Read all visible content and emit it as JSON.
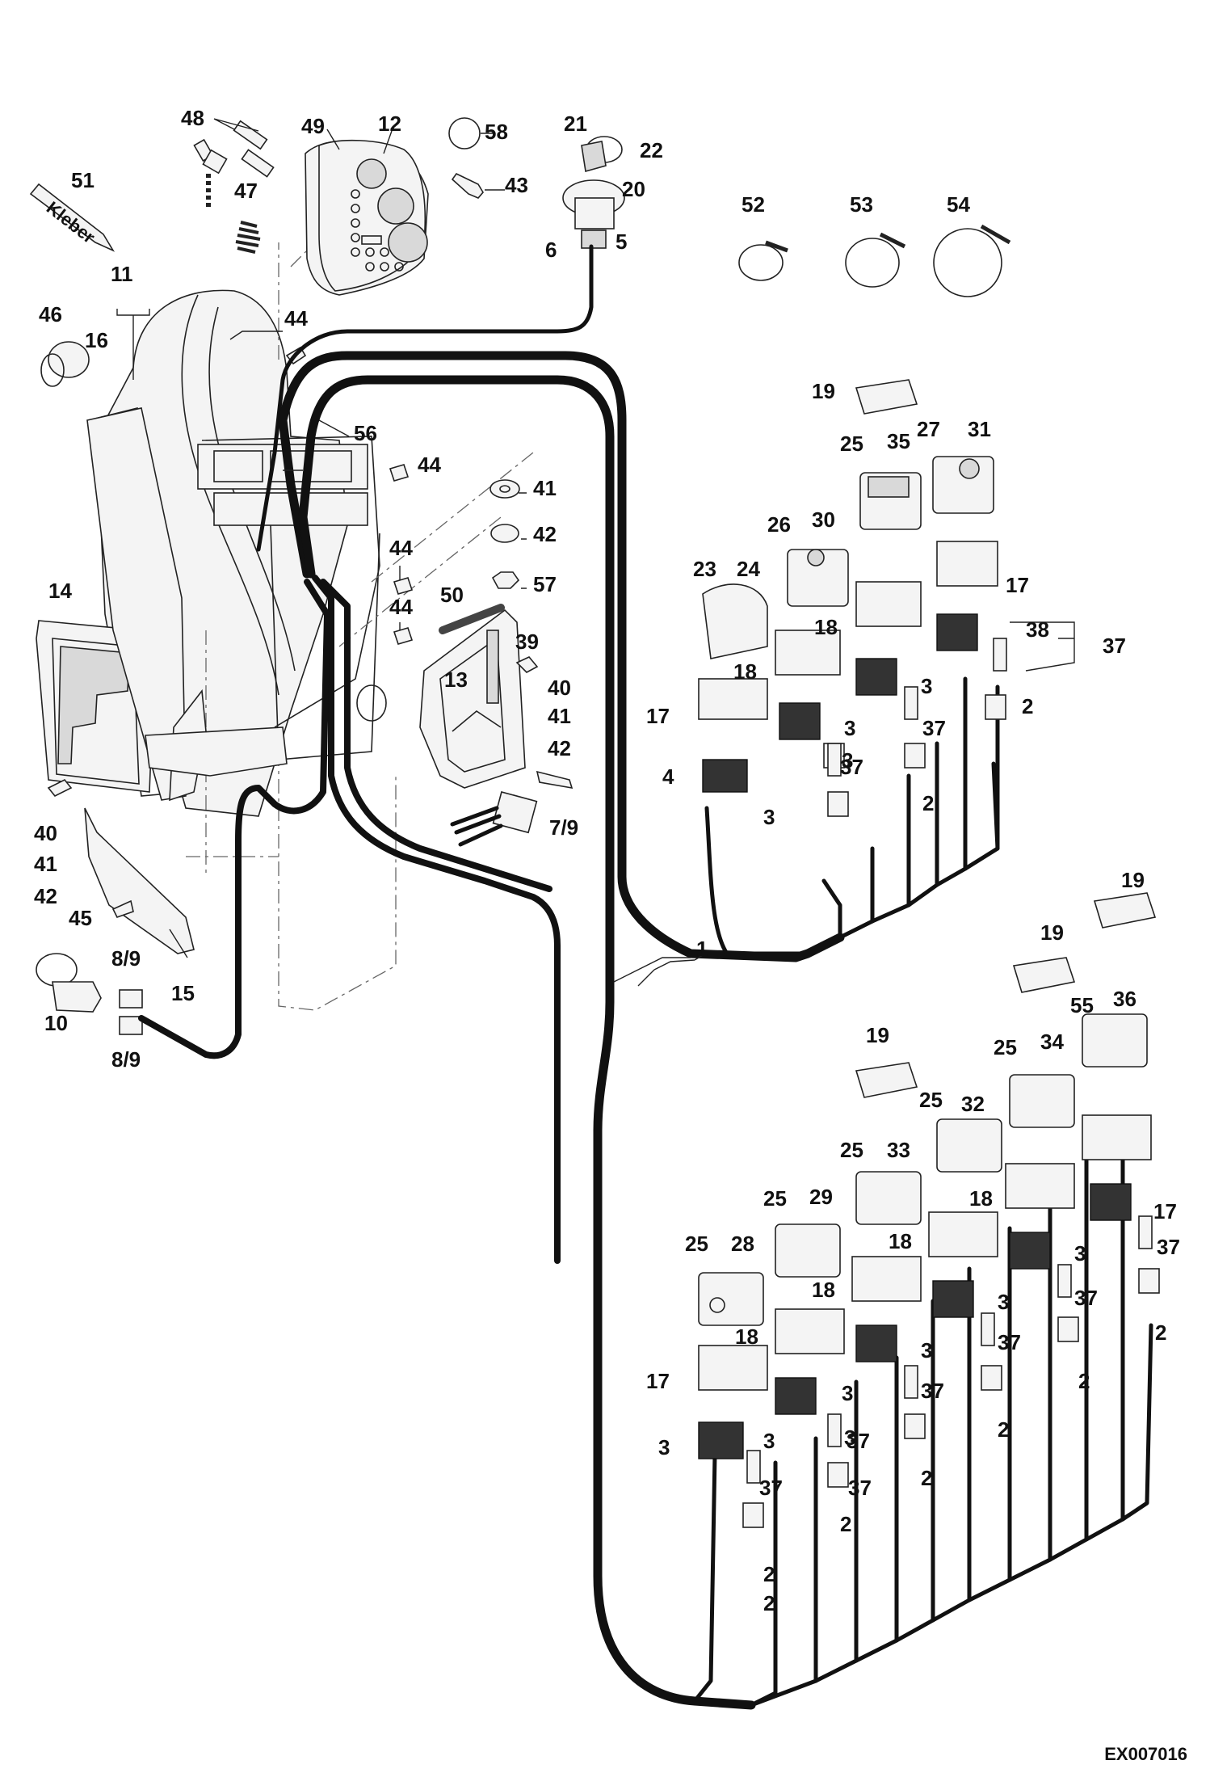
{
  "diagram": {
    "reference_code": "EX007016",
    "tube_lettering": "Kleber",
    "labels": [
      {
        "id": "48",
        "text": "48"
      },
      {
        "id": "49",
        "text": "49"
      },
      {
        "id": "12",
        "text": "12"
      },
      {
        "id": "58",
        "text": "58"
      },
      {
        "id": "21",
        "text": "21"
      },
      {
        "id": "22",
        "text": "22"
      },
      {
        "id": "20",
        "text": "20"
      },
      {
        "id": "43",
        "text": "43"
      },
      {
        "id": "51",
        "text": "51"
      },
      {
        "id": "47",
        "text": "47"
      },
      {
        "id": "6",
        "text": "6"
      },
      {
        "id": "5",
        "text": "5"
      },
      {
        "id": "52",
        "text": "52"
      },
      {
        "id": "53",
        "text": "53"
      },
      {
        "id": "54",
        "text": "54"
      },
      {
        "id": "11",
        "text": "11"
      },
      {
        "id": "46",
        "text": "46"
      },
      {
        "id": "16",
        "text": "16"
      },
      {
        "id": "44a",
        "text": "44"
      },
      {
        "id": "19a",
        "text": "19"
      },
      {
        "id": "56",
        "text": "56"
      },
      {
        "id": "44b",
        "text": "44"
      },
      {
        "id": "41a",
        "text": "41"
      },
      {
        "id": "25a",
        "text": "25"
      },
      {
        "id": "35",
        "text": "35"
      },
      {
        "id": "27",
        "text": "27"
      },
      {
        "id": "31",
        "text": "31"
      },
      {
        "id": "42a",
        "text": "42"
      },
      {
        "id": "26",
        "text": "26"
      },
      {
        "id": "30",
        "text": "30"
      },
      {
        "id": "44c",
        "text": "44"
      },
      {
        "id": "57",
        "text": "57"
      },
      {
        "id": "23",
        "text": "23"
      },
      {
        "id": "24",
        "text": "24"
      },
      {
        "id": "17a",
        "text": "17"
      },
      {
        "id": "14",
        "text": "14"
      },
      {
        "id": "50",
        "text": "50"
      },
      {
        "id": "18a",
        "text": "18"
      },
      {
        "id": "38",
        "text": "38"
      },
      {
        "id": "37a",
        "text": "37"
      },
      {
        "id": "44d",
        "text": "44"
      },
      {
        "id": "39",
        "text": "39"
      },
      {
        "id": "18b",
        "text": "18"
      },
      {
        "id": "13",
        "text": "13"
      },
      {
        "id": "3a",
        "text": "3"
      },
      {
        "id": "40a",
        "text": "40"
      },
      {
        "id": "17b",
        "text": "17"
      },
      {
        "id": "2a",
        "text": "2"
      },
      {
        "id": "41b",
        "text": "41"
      },
      {
        "id": "3b",
        "text": "3"
      },
      {
        "id": "37b",
        "text": "37"
      },
      {
        "id": "42b",
        "text": "42"
      },
      {
        "id": "3c",
        "text": "3"
      },
      {
        "id": "4",
        "text": "4"
      },
      {
        "id": "37c",
        "text": "37"
      },
      {
        "id": "40b",
        "text": "40"
      },
      {
        "id": "3d",
        "text": "3"
      },
      {
        "id": "2b",
        "text": "2"
      },
      {
        "id": "7_9",
        "text": "7/9"
      },
      {
        "id": "41c",
        "text": "41"
      },
      {
        "id": "42c",
        "text": "42"
      },
      {
        "id": "45",
        "text": "45"
      },
      {
        "id": "19b",
        "text": "19"
      },
      {
        "id": "1",
        "text": "1"
      },
      {
        "id": "8_9a",
        "text": "8/9"
      },
      {
        "id": "19c",
        "text": "19"
      },
      {
        "id": "15",
        "text": "15"
      },
      {
        "id": "10",
        "text": "10"
      },
      {
        "id": "55",
        "text": "55"
      },
      {
        "id": "36",
        "text": "36"
      },
      {
        "id": "8_9b",
        "text": "8/9"
      },
      {
        "id": "25b",
        "text": "25"
      },
      {
        "id": "34",
        "text": "34"
      },
      {
        "id": "19d",
        "text": "19"
      },
      {
        "id": "25c",
        "text": "25"
      },
      {
        "id": "32",
        "text": "32"
      },
      {
        "id": "25d",
        "text": "25"
      },
      {
        "id": "33",
        "text": "33"
      },
      {
        "id": "25e",
        "text": "25"
      },
      {
        "id": "29",
        "text": "29"
      },
      {
        "id": "18c",
        "text": "18"
      },
      {
        "id": "17c",
        "text": "17"
      },
      {
        "id": "25f",
        "text": "25"
      },
      {
        "id": "28",
        "text": "28"
      },
      {
        "id": "18d",
        "text": "18"
      },
      {
        "id": "37d",
        "text": "37"
      },
      {
        "id": "3e",
        "text": "3"
      },
      {
        "id": "18e",
        "text": "18"
      },
      {
        "id": "37e",
        "text": "37"
      },
      {
        "id": "3f",
        "text": "3"
      },
      {
        "id": "2c",
        "text": "2"
      },
      {
        "id": "18f",
        "text": "18"
      },
      {
        "id": "37f",
        "text": "37"
      },
      {
        "id": "3g",
        "text": "3"
      },
      {
        "id": "17d",
        "text": "17"
      },
      {
        "id": "37g",
        "text": "37"
      },
      {
        "id": "3h",
        "text": "3"
      },
      {
        "id": "2d",
        "text": "2"
      },
      {
        "id": "2e",
        "text": "2"
      },
      {
        "id": "3i",
        "text": "3"
      },
      {
        "id": "3j",
        "text": "3"
      },
      {
        "id": "37h",
        "text": "37"
      },
      {
        "id": "3k",
        "text": "3"
      },
      {
        "id": "37i",
        "text": "37"
      },
      {
        "id": "37j",
        "text": "37"
      },
      {
        "id": "2f",
        "text": "2"
      },
      {
        "id": "2g",
        "text": "2"
      },
      {
        "id": "2h",
        "text": "2"
      },
      {
        "id": "2i",
        "text": "2"
      }
    ]
  }
}
